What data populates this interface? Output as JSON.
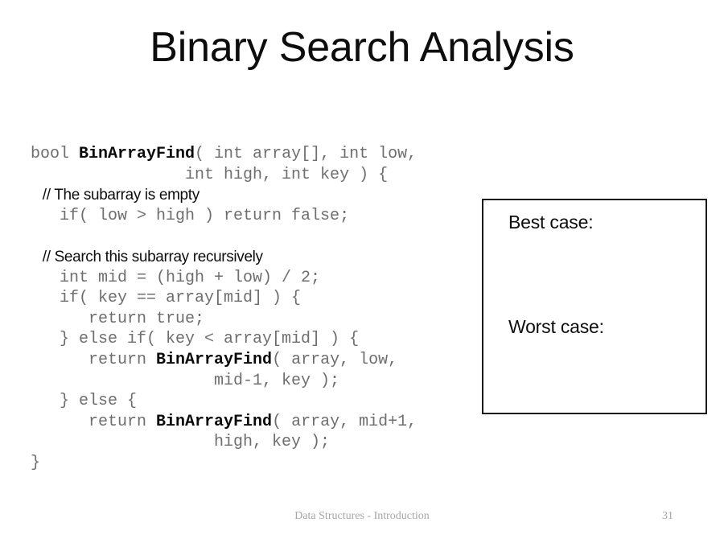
{
  "slide": {
    "title": "Binary Search Analysis",
    "background_color": "#ffffff",
    "code_color": "#6e6e6e",
    "accent_color": "#0a0a0a"
  },
  "code": {
    "lines": [
      {
        "type": "code",
        "pre": "bool ",
        "fn": "BinArrayFind",
        "post": "( int array[], int low,"
      },
      {
        "type": "code",
        "pre": "                int high, int key ) {",
        "fn": "",
        "post": ""
      },
      {
        "type": "comment",
        "text": "   // The subarray is empty"
      },
      {
        "type": "code",
        "pre": "   if( low > high ) return false;",
        "fn": "",
        "post": ""
      },
      {
        "type": "blank",
        "pre": " ",
        "fn": "",
        "post": ""
      },
      {
        "type": "comment",
        "text": "   // Search this subarray recursively"
      },
      {
        "type": "code",
        "pre": "   int mid = (high + low) / 2;",
        "fn": "",
        "post": ""
      },
      {
        "type": "code",
        "pre": "   if( key == array[mid] ) {",
        "fn": "",
        "post": ""
      },
      {
        "type": "code",
        "pre": "      return true;",
        "fn": "",
        "post": ""
      },
      {
        "type": "code",
        "pre": "   } else if( key < array[mid] ) {",
        "fn": "",
        "post": ""
      },
      {
        "type": "code",
        "pre": "      return ",
        "fn": "BinArrayFind",
        "post": "( array, low,"
      },
      {
        "type": "code",
        "pre": "                   mid-1, key );",
        "fn": "",
        "post": ""
      },
      {
        "type": "code",
        "pre": "   } else {",
        "fn": "",
        "post": ""
      },
      {
        "type": "code",
        "pre": "      return ",
        "fn": "BinArrayFind",
        "post": "( array, mid+1,"
      },
      {
        "type": "code",
        "pre": "                   high, key );",
        "fn": "",
        "post": ""
      },
      {
        "type": "code",
        "pre": "}",
        "fn": "",
        "post": ""
      }
    ]
  },
  "answer_box": {
    "best_case_label": "Best case:",
    "worst_case_label": "Worst case:",
    "border_color": "#1a1a1a"
  },
  "footer": {
    "text": "Data Structures - Introduction",
    "page_number": "31"
  }
}
